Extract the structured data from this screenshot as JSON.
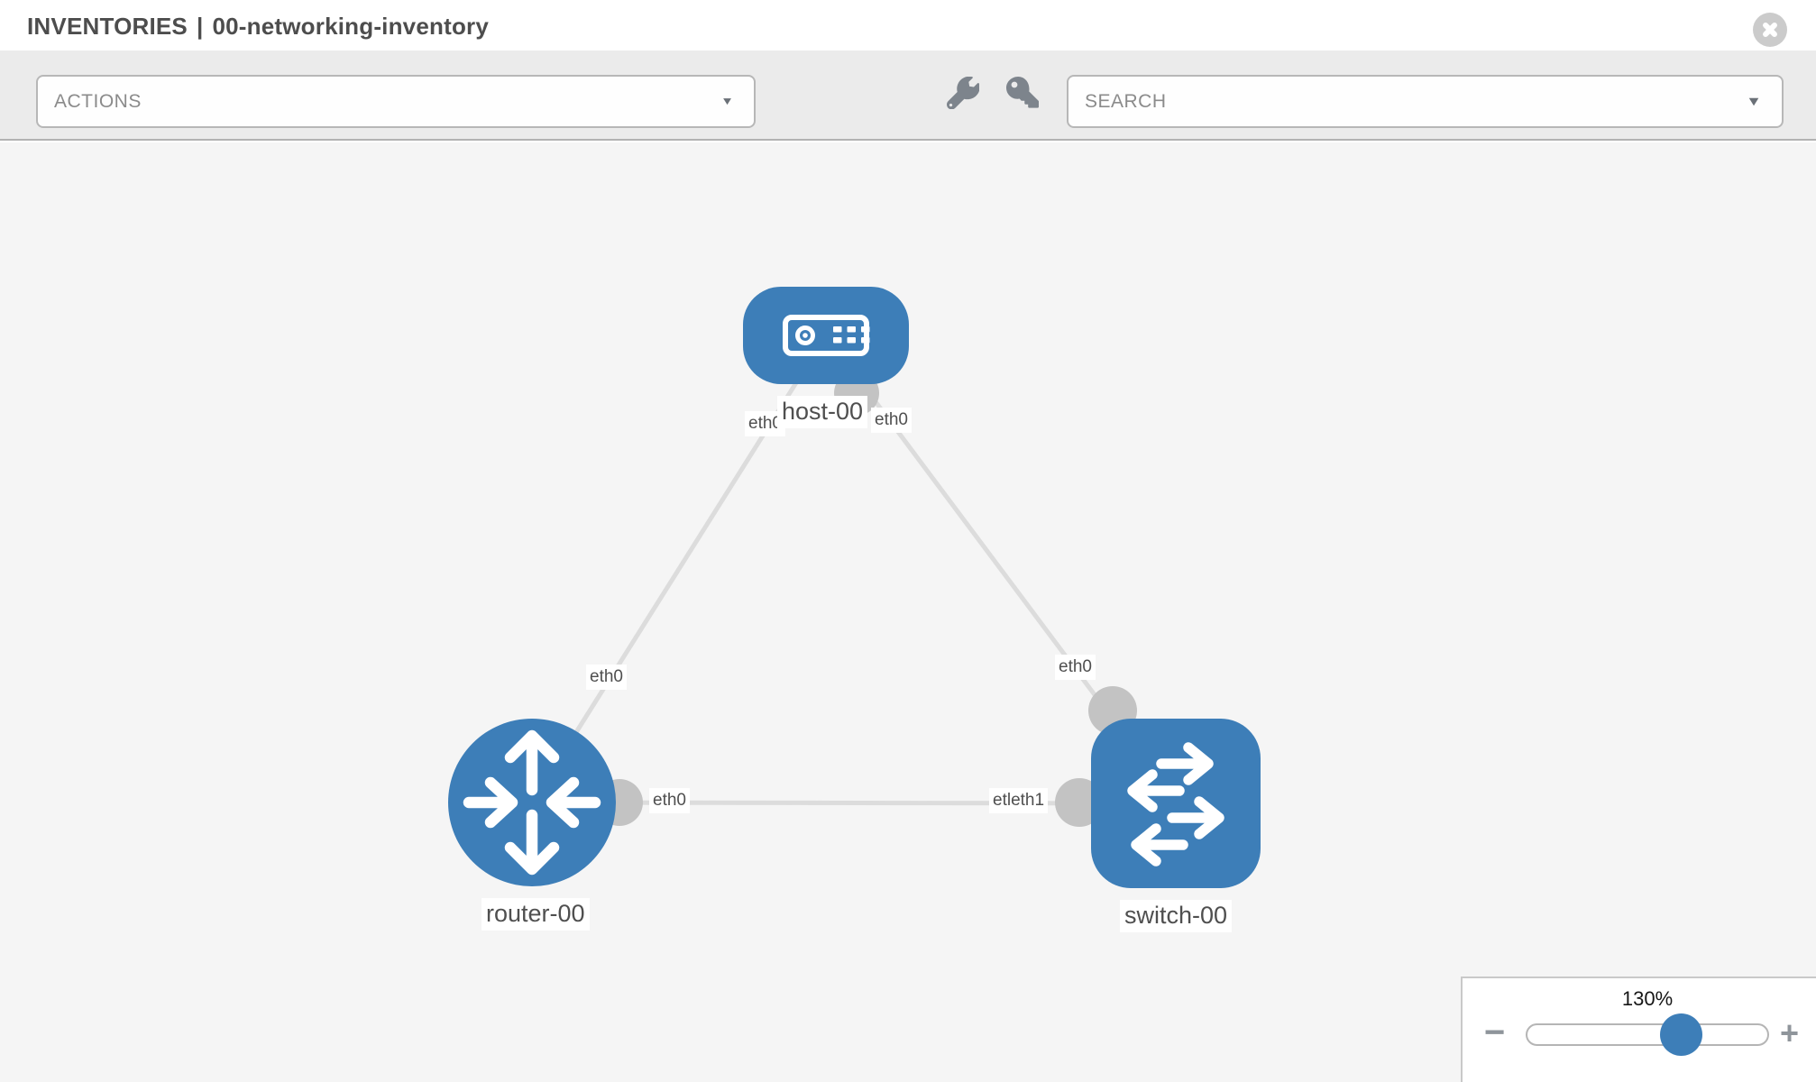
{
  "window": {
    "title_prefix": "INVENTORIES",
    "title_separator": "|",
    "title_name": "00-networking-inventory"
  },
  "toolbar": {
    "actions_label": "ACTIONS",
    "search_label": "SEARCH",
    "caret_glyph": "▼",
    "icon_buttons": [
      "wrench-icon",
      "key-icon"
    ]
  },
  "icons": {
    "close": "circle-x-icon",
    "wrench": "wrench-icon",
    "key": "key-icon"
  },
  "topology": {
    "nodes": [
      {
        "id": "host-00",
        "type": "host",
        "label": "host-00"
      },
      {
        "id": "router-00",
        "type": "router",
        "label": "router-00"
      },
      {
        "id": "switch-00",
        "type": "switch",
        "label": "switch-00"
      }
    ],
    "links": [
      {
        "from": "host-00",
        "to": "router-00",
        "from_label": "eth0",
        "to_label": "eth0"
      },
      {
        "from": "host-00",
        "to": "switch-00",
        "from_label": "eth0",
        "to_label": "eth0"
      },
      {
        "from": "router-00",
        "to": "switch-00",
        "from_label": "eth0",
        "to_label": "etleth1"
      }
    ]
  },
  "zoom_control": {
    "level": "130%",
    "minus_glyph": "−",
    "plus_glyph": "+"
  },
  "colors": {
    "node_blue": "#3d7eb8",
    "edge_gray": "#dcdcdc",
    "port_gray": "#c3c3c3",
    "label_text": "#4f4f4f",
    "toolbar_bg": "#ebebeb",
    "canvas_bg": "#f5f5f5"
  }
}
